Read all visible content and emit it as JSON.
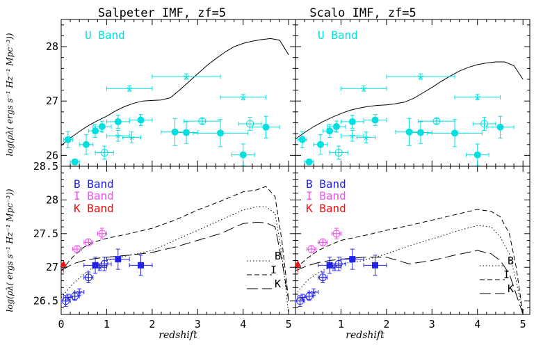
{
  "colors": {
    "u_band": "#00e0e0",
    "b_band": "#2222ee",
    "i_band": "#ee55ee",
    "k_band": "#ee1111",
    "model_line": "#000000",
    "frame": "#000000"
  },
  "panel_titles": {
    "left": "Salpeter IMF, zf=5",
    "right": "Scalo IMF, zf=5"
  },
  "axis_labels": {
    "xlabel": "redshift",
    "ylabel_top": "log(ρλ( ergs s⁻¹ Hz⁻¹ Mpc⁻³))",
    "ylabel_bottom": "log(ρλ( ergs s⁻¹ Hz⁻¹ Mpc⁻³))"
  },
  "panel_labels": {
    "u_band": "U Band",
    "b_band": "B Band",
    "i_band": "I Band",
    "k_band": "K Band"
  },
  "tick_labels": {
    "x": [
      "0",
      "1",
      "2",
      "3",
      "4",
      "5"
    ],
    "x_right": [
      "1",
      "2",
      "3",
      "4",
      "5"
    ],
    "y_top": [
      "26",
      "27",
      "28"
    ],
    "y_bottom": [
      "26.5",
      "27",
      "27.5",
      "28",
      "28.5"
    ]
  },
  "legend": {
    "entries": [
      "B",
      "I",
      "K"
    ],
    "styles": [
      "dotted",
      "dashed",
      "longdash"
    ]
  },
  "chart_data": [
    {
      "type": "line",
      "panel": "top-left",
      "title": "Salpeter IMF, zf=5",
      "xlabel": "",
      "ylabel": "log(ρλ( ergs s⁻¹ Hz⁻¹ Mpc⁻³))",
      "xlim": [
        0,
        5
      ],
      "ylim": [
        25.8,
        28.5
      ],
      "series": [
        {
          "name": "U",
          "style": "solid",
          "x": [
            0.0,
            0.2,
            0.4,
            0.6,
            0.8,
            1.0,
            1.2,
            1.4,
            1.6,
            1.8,
            2.0,
            2.2,
            2.4,
            2.6,
            2.8,
            3.0,
            3.2,
            3.4,
            3.6,
            3.8,
            4.0,
            4.2,
            4.4,
            4.6,
            4.8,
            5.0
          ],
          "y": [
            26.18,
            26.32,
            26.44,
            26.55,
            26.64,
            26.72,
            26.82,
            26.9,
            26.96,
            27.0,
            27.01,
            27.02,
            27.06,
            27.2,
            27.35,
            27.5,
            27.65,
            27.78,
            27.9,
            28.0,
            28.06,
            28.1,
            28.13,
            28.15,
            28.12,
            27.85
          ]
        }
      ],
      "data_points": {
        "filled_circles": [
          {
            "x": 0.15,
            "y": 26.29,
            "xerr": 0.1,
            "yerr": 0.15
          },
          {
            "x": 0.3,
            "y": 25.88,
            "xerr": 0.1,
            "yerr": 0.05
          },
          {
            "x": 0.55,
            "y": 26.2,
            "xerr": 0.15,
            "yerr": 0.18
          },
          {
            "x": 0.75,
            "y": 26.45,
            "xerr": 0.15,
            "yerr": 0.12
          },
          {
            "x": 0.9,
            "y": 26.53,
            "xerr": 0.2,
            "yerr": 0.1
          },
          {
            "x": 1.25,
            "y": 26.62,
            "xerr": 0.25,
            "yerr": 0.12
          },
          {
            "x": 1.75,
            "y": 26.65,
            "xerr": 0.25,
            "yerr": 0.1
          },
          {
            "x": 2.5,
            "y": 26.43,
            "xerr": 0.3,
            "yerr": 0.25
          },
          {
            "x": 2.75,
            "y": 26.42,
            "xerr": 0.25,
            "yerr": 0.2
          },
          {
            "x": 3.5,
            "y": 26.41,
            "xerr": 0.6,
            "yerr": 0.25
          },
          {
            "x": 4.0,
            "y": 26.01,
            "xerr": 0.25,
            "yerr": 0.2
          },
          {
            "x": 4.5,
            "y": 26.52,
            "xerr": 0.3,
            "yerr": 0.2
          }
        ],
        "open_circles": [
          {
            "x": 0.95,
            "y": 26.05,
            "xerr": 0.2,
            "yerr": 0.12
          },
          {
            "x": 3.1,
            "y": 26.63,
            "xerr": 0.4,
            "yerr": 0.05
          },
          {
            "x": 4.15,
            "y": 26.58,
            "xerr": 0.25,
            "yerr": 0.12
          }
        ],
        "stars": [
          {
            "x": 1.25,
            "y": 26.36,
            "xerr": 0.25,
            "yerr": 0.1
          },
          {
            "x": 1.5,
            "y": 27.23,
            "xerr": 0.5,
            "yerr": 0.05
          },
          {
            "x": 1.55,
            "y": 26.33,
            "xerr": 0.2,
            "yerr": 0.1
          },
          {
            "x": 2.75,
            "y": 27.45,
            "xerr": 0.75,
            "yerr": 0.05
          },
          {
            "x": 4.0,
            "y": 27.07,
            "xerr": 0.5,
            "yerr": 0.05
          }
        ]
      }
    },
    {
      "type": "line",
      "panel": "top-right",
      "title": "Scalo IMF, zf=5",
      "xlim": [
        0,
        5
      ],
      "ylim": [
        25.8,
        28.5
      ],
      "series": [
        {
          "name": "U",
          "style": "solid",
          "x": [
            0.0,
            0.2,
            0.4,
            0.6,
            0.8,
            1.0,
            1.2,
            1.4,
            1.6,
            1.8,
            2.0,
            2.2,
            2.4,
            2.6,
            2.8,
            3.0,
            3.2,
            3.4,
            3.6,
            3.8,
            4.0,
            4.2,
            4.4,
            4.6,
            4.8,
            5.0
          ],
          "y": [
            26.3,
            26.42,
            26.53,
            26.62,
            26.7,
            26.77,
            26.83,
            26.87,
            26.9,
            26.92,
            26.93,
            26.95,
            26.98,
            27.05,
            27.15,
            27.25,
            27.36,
            27.46,
            27.55,
            27.62,
            27.67,
            27.7,
            27.72,
            27.72,
            27.65,
            27.4
          ]
        }
      ],
      "data_points": "same as top-left"
    },
    {
      "type": "line",
      "panel": "bottom-left",
      "xlabel": "redshift",
      "ylabel": "log(ρλ( ergs s⁻¹ Hz⁻¹ Mpc⁻³))",
      "xlim": [
        0,
        5
      ],
      "ylim": [
        26.3,
        28.5
      ],
      "series": [
        {
          "name": "B",
          "style": "dotted",
          "x": [
            0.0,
            0.25,
            0.5,
            0.75,
            1.0,
            1.5,
            2.0,
            2.5,
            3.0,
            3.5,
            4.0,
            4.3,
            4.5,
            4.7,
            4.85,
            5.0
          ],
          "y": [
            26.55,
            26.75,
            26.9,
            27.02,
            27.1,
            27.18,
            27.25,
            27.4,
            27.55,
            27.7,
            27.85,
            27.9,
            27.9,
            27.8,
            27.2,
            26.3
          ]
        },
        {
          "name": "I",
          "style": "dashed",
          "x": [
            0.0,
            0.25,
            0.5,
            0.75,
            1.0,
            1.5,
            2.0,
            2.5,
            3.0,
            3.5,
            4.0,
            4.3,
            4.5,
            4.7,
            4.85,
            5.0
          ],
          "y": [
            26.95,
            27.15,
            27.3,
            27.38,
            27.43,
            27.5,
            27.58,
            27.7,
            27.85,
            27.98,
            28.12,
            28.15,
            28.2,
            28.05,
            27.4,
            26.5
          ]
        },
        {
          "name": "K",
          "style": "longdash",
          "x": [
            0.0,
            0.25,
            0.5,
            0.75,
            1.0,
            1.5,
            2.0,
            2.5,
            3.0,
            3.5,
            4.0,
            4.3,
            4.5,
            4.7,
            4.85,
            5.0
          ],
          "y": [
            26.95,
            27.05,
            27.1,
            27.13,
            27.15,
            27.18,
            27.22,
            27.3,
            27.4,
            27.5,
            27.65,
            27.67,
            27.66,
            27.6,
            27.1,
            26.5
          ]
        }
      ],
      "data_points": {
        "filled_squares_B": [
          {
            "x": 0.75,
            "y": 27.03,
            "xerr": 0.25,
            "yerr": 0.12
          },
          {
            "x": 1.25,
            "y": 27.12,
            "xerr": 0.25,
            "yerr": 0.15
          },
          {
            "x": 1.75,
            "y": 27.03,
            "xerr": 0.25,
            "yerr": 0.15
          }
        ],
        "open_circles_B": [
          {
            "x": 0.1,
            "y": 26.5,
            "xerr": 0.1,
            "yerr": 0.08
          },
          {
            "x": 0.3,
            "y": 26.57,
            "xerr": 0.1,
            "yerr": 0.06
          },
          {
            "x": 0.6,
            "y": 26.85,
            "xerr": 0.1,
            "yerr": 0.08
          },
          {
            "x": 0.95,
            "y": 27.05,
            "xerr": 0.15,
            "yerr": 0.1
          }
        ],
        "stars_B": [
          {
            "x": 0.15,
            "y": 26.55,
            "xerr": 0.1,
            "yerr": 0.05
          },
          {
            "x": 0.4,
            "y": 26.63,
            "xerr": 0.1,
            "yerr": 0.05
          },
          {
            "x": 0.85,
            "y": 27.0,
            "xerr": 0.15,
            "yerr": 0.05
          }
        ],
        "open_circles_I": [
          {
            "x": 0.35,
            "y": 27.27,
            "xerr": 0.1,
            "yerr": 0.05
          },
          {
            "x": 0.6,
            "y": 27.37,
            "xerr": 0.1,
            "yerr": 0.05
          },
          {
            "x": 0.9,
            "y": 27.5,
            "xerr": 0.1,
            "yerr": 0.08
          }
        ],
        "triangle_K": {
          "x": 0.05,
          "y": 27.05
        }
      }
    },
    {
      "type": "line",
      "panel": "bottom-right",
      "xlabel": "redshift",
      "xlim": [
        0,
        5
      ],
      "ylim": [
        26.3,
        28.5
      ],
      "series": [
        {
          "name": "B",
          "style": "dotted",
          "x": [
            0.0,
            0.25,
            0.5,
            0.75,
            1.0,
            1.5,
            2.0,
            2.5,
            3.0,
            3.5,
            4.0,
            4.3,
            4.5,
            4.7,
            4.85,
            5.0
          ],
          "y": [
            26.6,
            26.8,
            26.92,
            27.0,
            27.05,
            27.1,
            27.2,
            27.32,
            27.42,
            27.53,
            27.62,
            27.6,
            27.45,
            27.2,
            26.8,
            26.3
          ]
        },
        {
          "name": "I",
          "style": "dashed",
          "x": [
            0.0,
            0.25,
            0.5,
            0.75,
            1.0,
            1.5,
            2.0,
            2.5,
            3.0,
            3.5,
            4.0,
            4.3,
            4.5,
            4.7,
            4.85,
            5.0
          ],
          "y": [
            26.98,
            27.13,
            27.25,
            27.33,
            27.4,
            27.47,
            27.55,
            27.62,
            27.7,
            27.78,
            27.86,
            27.83,
            27.75,
            27.5,
            27.0,
            26.3
          ]
        },
        {
          "name": "K",
          "style": "longdash",
          "x": [
            0.0,
            0.25,
            0.5,
            0.75,
            1.0,
            1.5,
            2.0,
            2.5,
            3.0,
            3.5,
            4.0,
            4.3,
            4.5,
            4.7,
            4.85,
            5.0
          ],
          "y": [
            26.95,
            27.02,
            27.07,
            27.1,
            27.12,
            27.15,
            27.15,
            27.05,
            27.1,
            27.18,
            27.25,
            27.2,
            27.1,
            26.9,
            26.6,
            26.3
          ]
        }
      ],
      "data_points": "same as bottom-left"
    }
  ]
}
